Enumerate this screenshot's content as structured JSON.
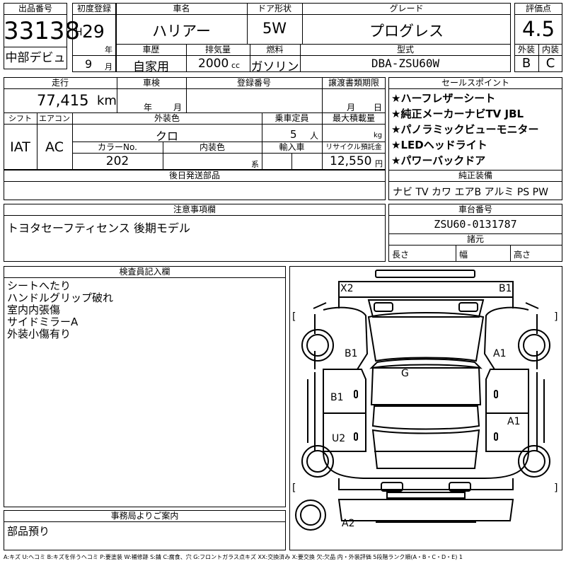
{
  "headers": {
    "lot_number": "出品番号",
    "first_reg": "初度登録",
    "car_name": "車名",
    "door_type": "ドア形状",
    "grade": "グレード",
    "score": "評価点",
    "history": "車歴",
    "displacement": "排気量",
    "fuel": "燃料",
    "model_code": "型式",
    "exterior": "外装",
    "interior": "内装",
    "mileage": "走行",
    "inspection": "車検",
    "reg_number": "登録番号",
    "transfer_docs": "譲渡書類期限",
    "sales_points": "セールスポイント",
    "shift": "シフト",
    "aircon": "エアコン",
    "ext_color": "外装色",
    "capacity": "乗車定員",
    "max_load": "最大積載量",
    "color_no": "カラーNo.",
    "int_color": "内装色",
    "import": "輸入車",
    "recycle": "リサイクル預託金",
    "later_parts": "後日発送部品",
    "standard_equip": "純正装備",
    "notes": "注意事項欄",
    "chassis_no": "車台番号",
    "specs": "諸元",
    "inspector": "検査員記入欄",
    "office": "事務局よりご案内"
  },
  "lot_number": "33138",
  "venue": "中部デビュ",
  "era_letter": "H",
  "year": "29",
  "year_unit": "年",
  "month": "9",
  "month_unit": "月",
  "car_name": "ハリアー",
  "door_type": "5W",
  "grade": "プログレス",
  "score": "4.5",
  "history": "自家用",
  "displacement": "2000",
  "displacement_unit": "cc",
  "fuel": "ガソリン",
  "model_code": "DBA-ZSU60W",
  "exterior_grade": "B",
  "interior_grade": "C",
  "mileage": "77,415",
  "mileage_unit": "km",
  "inspection_year_unit": "年",
  "inspection_month_unit": "月",
  "transfer_month_unit": "月",
  "transfer_day_unit": "日",
  "shift": "IAT",
  "aircon": "AC",
  "ext_color": "クロ",
  "capacity": "5",
  "capacity_unit": "人",
  "max_load_unit": "kg",
  "color_no": "202",
  "int_color_unit": "系",
  "recycle_fee": "12,550",
  "recycle_unit": "円",
  "sales_points": [
    "★ハーフレザーシート",
    "★純正メーカーナビTV JBL",
    "★パノラミックビューモニター",
    "★LEDヘッドライト",
    "★パワーバックドア"
  ],
  "standard_equip": "ナビ TV カワ エアB アルミ PS PW",
  "notes": "トヨタセーフティセンス 後期モデル",
  "chassis_no": "ZSU60-0131787",
  "spec_labels": {
    "length": "長さ",
    "width": "幅",
    "height": "高さ"
  },
  "inspector_notes": [
    "シートへたり",
    "ハンドルグリップ破れ",
    "室内内張傷",
    "サイドミラーA",
    "外装小傷有り"
  ],
  "office_notes": "部品預り",
  "diagram_marks": {
    "x2": "X2",
    "b1_top": "B1",
    "b1_left": "B1",
    "a1_right": "A1",
    "g": "G",
    "b1_side": "B1",
    "a1_side": "A1",
    "u2": "U2",
    "a2": "A2",
    "bracket_l": "[",
    "bracket_r": "]"
  },
  "legend": "A:キズ U:ヘコミ B:キズを伴うヘコミ P:要塗装 W:補修跡 S:錆 C:腐食、穴 G:フロントガラス点キズ XX:交換済み X:要交換 欠:欠品 内・外装評価 5段階ランク順(A・B・C・D・E) 1"
}
